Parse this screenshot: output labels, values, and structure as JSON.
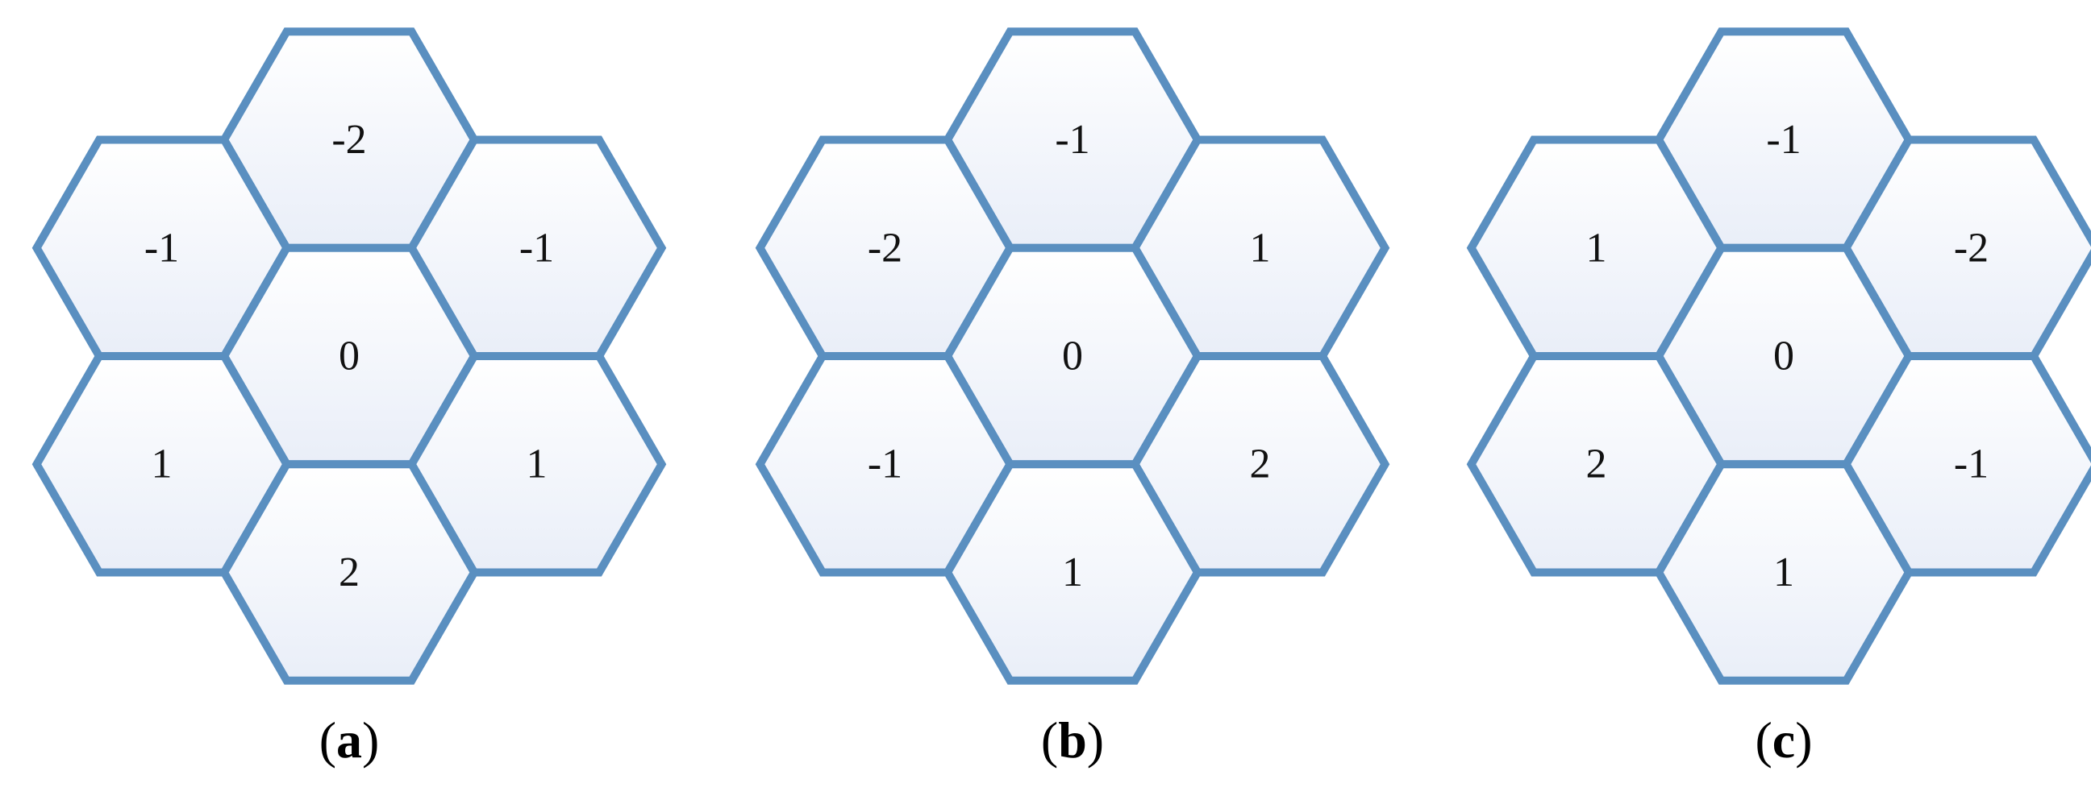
{
  "colors": {
    "hex_stroke": "#5a8fc0",
    "hex_fill_top": "#ffffff",
    "hex_fill_bottom": "#e9eef8",
    "text": "#111111"
  },
  "diagrams": [
    {
      "id": "a",
      "caption": "(a)",
      "caption_letter": "a",
      "cells": {
        "top": "-2",
        "upper_left": "-1",
        "upper_right": "-1",
        "center": "0",
        "lower_left": "1",
        "lower_right": "1",
        "bottom": "2"
      }
    },
    {
      "id": "b",
      "caption": "(b)",
      "caption_letter": "b",
      "cells": {
        "top": "-1",
        "upper_left": "-2",
        "upper_right": "1",
        "center": "0",
        "lower_left": "-1",
        "lower_right": "2",
        "bottom": "1"
      }
    },
    {
      "id": "c",
      "caption": "(c)",
      "caption_letter": "c",
      "cells": {
        "top": "-1",
        "upper_left": "1",
        "upper_right": "-2",
        "center": "0",
        "lower_left": "2",
        "lower_right": "-1",
        "bottom": "1"
      }
    }
  ]
}
